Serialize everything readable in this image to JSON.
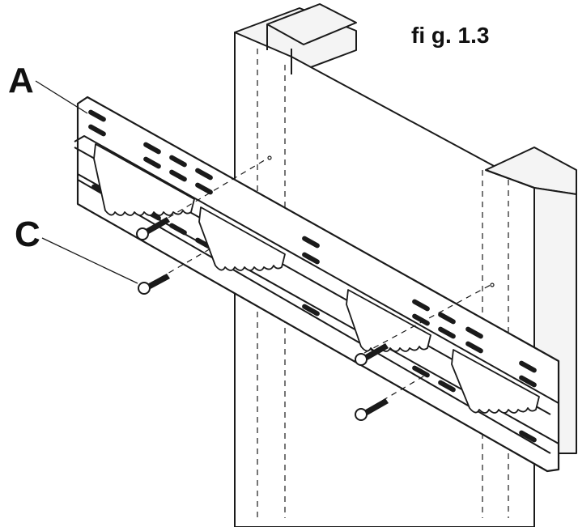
{
  "figure": {
    "title": "fi g. 1.3",
    "labels": {
      "bracket": "A",
      "screw": "C"
    }
  },
  "parts": [
    {
      "id": "A",
      "description_icon": "wall-bracket-plate-icon"
    },
    {
      "id": "C",
      "description_icon": "wood-screw-icon"
    }
  ],
  "colors": {
    "line": "#1a1a1a",
    "fill": "#ffffff",
    "shade": "#f2f2f2"
  }
}
